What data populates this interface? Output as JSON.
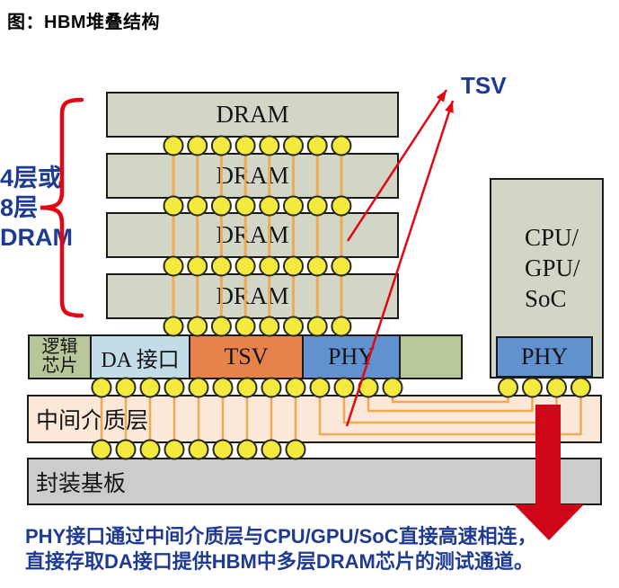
{
  "title": "图：HBM堆叠结构",
  "stack_label_lines": [
    "4层或",
    "8层",
    "DRAM"
  ],
  "tsv_annotation": "TSV",
  "dram_labels": [
    "DRAM",
    "DRAM",
    "DRAM",
    "DRAM"
  ],
  "logic_row": {
    "logic_chip_line1": "逻辑",
    "logic_chip_line2": "芯片",
    "da_interface": "DA 接口",
    "tsv_block": "TSV",
    "phy_block": "PHY"
  },
  "soc": {
    "line1": "CPU/",
    "line2": "GPU/",
    "line3": "SoC",
    "phy": "PHY"
  },
  "interposer_label": "中间介质层",
  "substrate_label": "封装基板",
  "caption_line1": "PHY接口通过中间介质层与CPU/GPU/SoC直接高速相连，",
  "caption_line2": "直接存取DA接口提供HBM中多层DRAM芯片的测试通道。",
  "colors": {
    "die_green": "#d2d6c6",
    "logic_green": "#b7c79a",
    "da_blue": "#c3dde8",
    "block_orange": "#e7824a",
    "phy_blue": "#6191cf",
    "interposer_peach": "#fbe8d8",
    "substrate_gray": "#cccccc",
    "bump_yellow": "#f3e93f",
    "bump_border": "#2a2a1a",
    "wire_orange": "#f0aa50",
    "annotation_red": "#e30613",
    "big_arrow_red": "#cf0617",
    "text_navy": "#1e3a93",
    "border_dark": "#1a1a1a"
  }
}
